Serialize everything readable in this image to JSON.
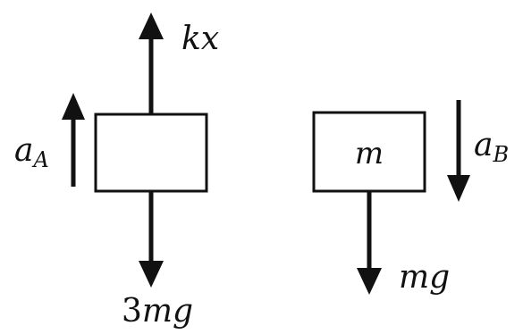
{
  "diagram": {
    "colors": {
      "ink": "#111111",
      "background": "#ffffff"
    },
    "block_a": {
      "label": "",
      "force_up": {
        "name": "spring-force-arrow",
        "label": "kx"
      },
      "force_down": {
        "name": "weight-arrow",
        "coefficient": "3",
        "label": "mg"
      },
      "acceleration": {
        "name": "acceleration-a-arrow",
        "symbol": "a",
        "subscript": "A",
        "direction": "up"
      }
    },
    "block_b": {
      "label": "m",
      "force_down": {
        "name": "weight-arrow",
        "label": "mg"
      },
      "acceleration": {
        "name": "acceleration-b-arrow",
        "symbol": "a",
        "subscript": "B",
        "direction": "down"
      }
    }
  }
}
